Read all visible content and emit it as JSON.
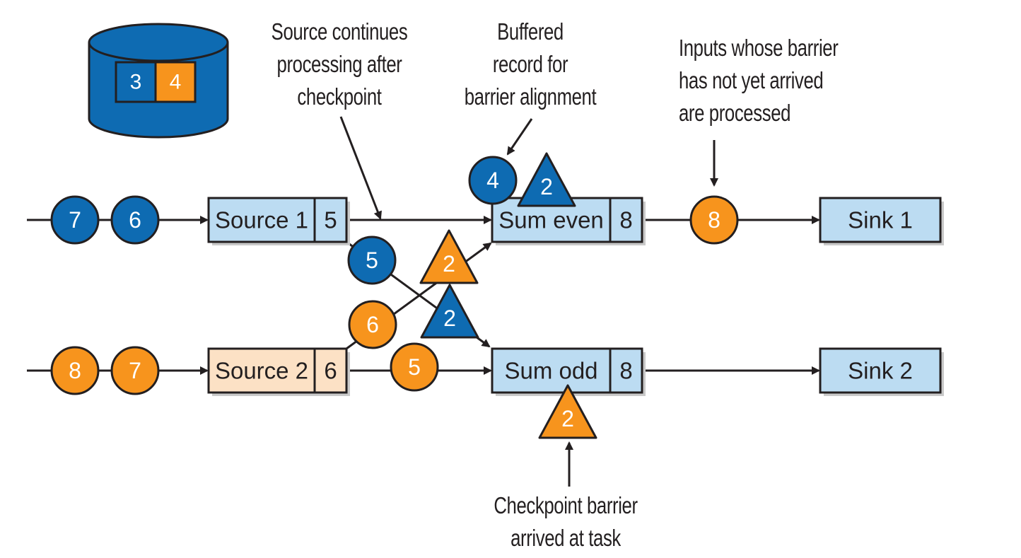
{
  "colors": {
    "blue": "#0e6bb2",
    "orange": "#f7941d",
    "task_fill": "#bcdcf2",
    "source2_fill": "#fce1c5",
    "storage": "#0e6bb2",
    "stroke": "#231f20"
  },
  "annotations": {
    "source_continues": "Source continues\nprocessing after\ncheckpoint",
    "buffered_record": "Buffered\nrecord for\nbarrier alignment",
    "inputs_processed": "Inputs whose barrier\nhas not yet arrived\nare processed",
    "barrier_arrived": "Checkpoint barrier\narrived at task"
  },
  "storage": {
    "values": [
      "3",
      "4"
    ],
    "value_colors": [
      "blue",
      "orange"
    ]
  },
  "tasks": [
    {
      "id": "source1",
      "label": "Source 1",
      "value": "5",
      "fill": "task_fill"
    },
    {
      "id": "source2",
      "label": "Source 2",
      "value": "6",
      "fill": "source2_fill"
    },
    {
      "id": "sum-even",
      "label": "Sum even",
      "value": "8",
      "fill": "task_fill"
    },
    {
      "id": "sum-odd",
      "label": "Sum odd",
      "value": "8",
      "fill": "task_fill"
    },
    {
      "id": "sink1",
      "label": "Sink 1",
      "fill": "task_fill"
    },
    {
      "id": "sink2",
      "label": "Sink 2",
      "fill": "task_fill"
    }
  ],
  "records": [
    {
      "id": "in1-7",
      "label": "7",
      "color": "blue"
    },
    {
      "id": "in1-6",
      "label": "6",
      "color": "blue"
    },
    {
      "id": "in2-8",
      "label": "8",
      "color": "orange"
    },
    {
      "id": "in2-7",
      "label": "7",
      "color": "orange"
    },
    {
      "id": "buffered-4",
      "label": "4",
      "color": "blue"
    },
    {
      "id": "s1-to-odd-5",
      "label": "5",
      "color": "blue"
    },
    {
      "id": "s2-to-even-6",
      "label": "6",
      "color": "orange"
    },
    {
      "id": "s2-to-odd-5",
      "label": "5",
      "color": "orange"
    },
    {
      "id": "even-out-8",
      "label": "8",
      "color": "orange"
    }
  ],
  "barriers": [
    {
      "id": "barrier-even-blue",
      "label": "2",
      "color": "blue"
    },
    {
      "id": "barrier-orange-to-even",
      "label": "2",
      "color": "orange"
    },
    {
      "id": "barrier-blue-to-odd",
      "label": "2",
      "color": "blue"
    },
    {
      "id": "barrier-odd-orange",
      "label": "2",
      "color": "orange"
    }
  ]
}
